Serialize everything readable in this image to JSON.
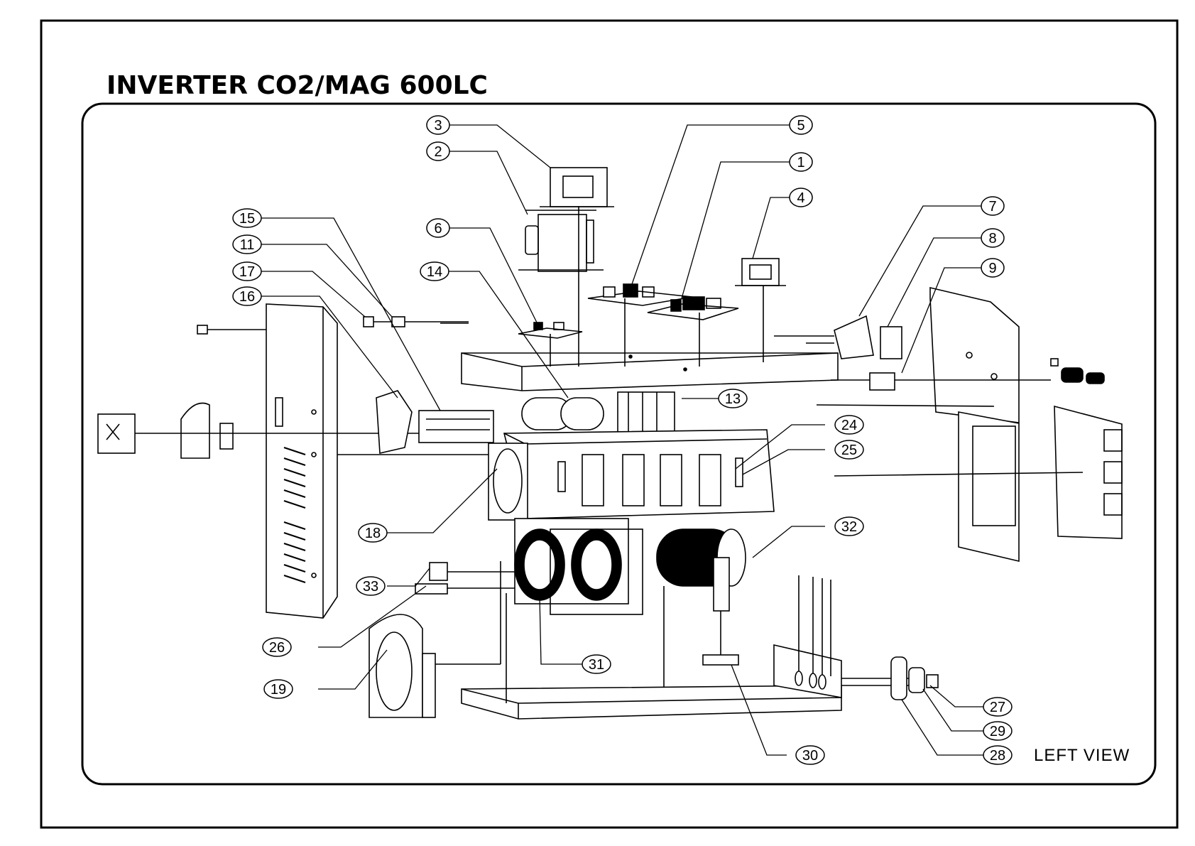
{
  "title": "INVERTER CO2/MAG 600LC",
  "view_label": "LEFT VIEW",
  "callouts": [
    {
      "n": "1"
    },
    {
      "n": "2"
    },
    {
      "n": "3"
    },
    {
      "n": "4"
    },
    {
      "n": "5"
    },
    {
      "n": "6"
    },
    {
      "n": "7"
    },
    {
      "n": "8"
    },
    {
      "n": "9"
    },
    {
      "n": "11"
    },
    {
      "n": "13"
    },
    {
      "n": "14"
    },
    {
      "n": "15"
    },
    {
      "n": "16"
    },
    {
      "n": "17"
    },
    {
      "n": "18"
    },
    {
      "n": "19"
    },
    {
      "n": "24"
    },
    {
      "n": "25"
    },
    {
      "n": "26"
    },
    {
      "n": "27"
    },
    {
      "n": "28"
    },
    {
      "n": "29"
    },
    {
      "n": "30"
    },
    {
      "n": "31"
    },
    {
      "n": "32"
    },
    {
      "n": "33"
    }
  ]
}
